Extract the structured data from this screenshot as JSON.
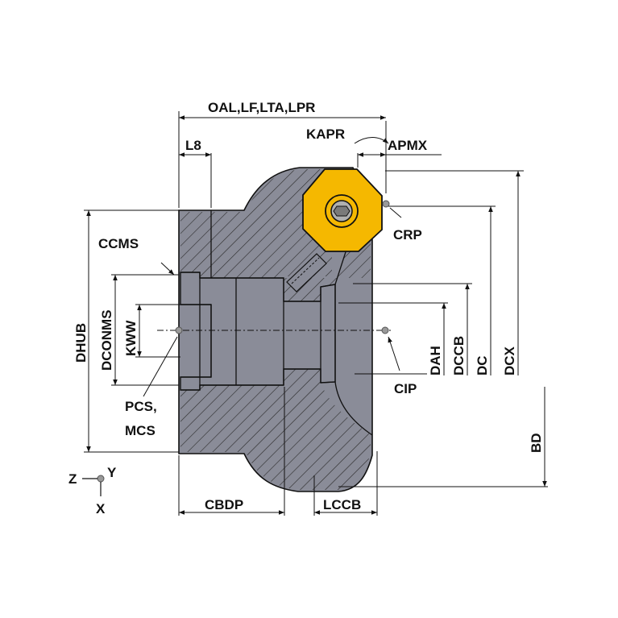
{
  "labels": {
    "oal": "OAL,LF,LTA,LPR",
    "l8": "L8",
    "kapr": "KAPR",
    "apmx": "APMX",
    "crp": "CRP",
    "ccms": "CCMS",
    "dhub": "DHUB",
    "dconms": "DCONMS",
    "kww": "KWW",
    "pcs": "PCS,",
    "mcs": "MCS",
    "cip": "CIP",
    "dah": "DAH",
    "dccb": "DCCB",
    "dc": "DC",
    "dcx": "DCX",
    "bd": "BD",
    "cbdp": "CBDP",
    "lccb": "LCCB",
    "axis_z": "Z",
    "axis_y": "Y",
    "axis_x": "X"
  },
  "colors": {
    "body_fill": "#8a8c98",
    "insert_fill": "#f5b800",
    "line": "#111111"
  }
}
